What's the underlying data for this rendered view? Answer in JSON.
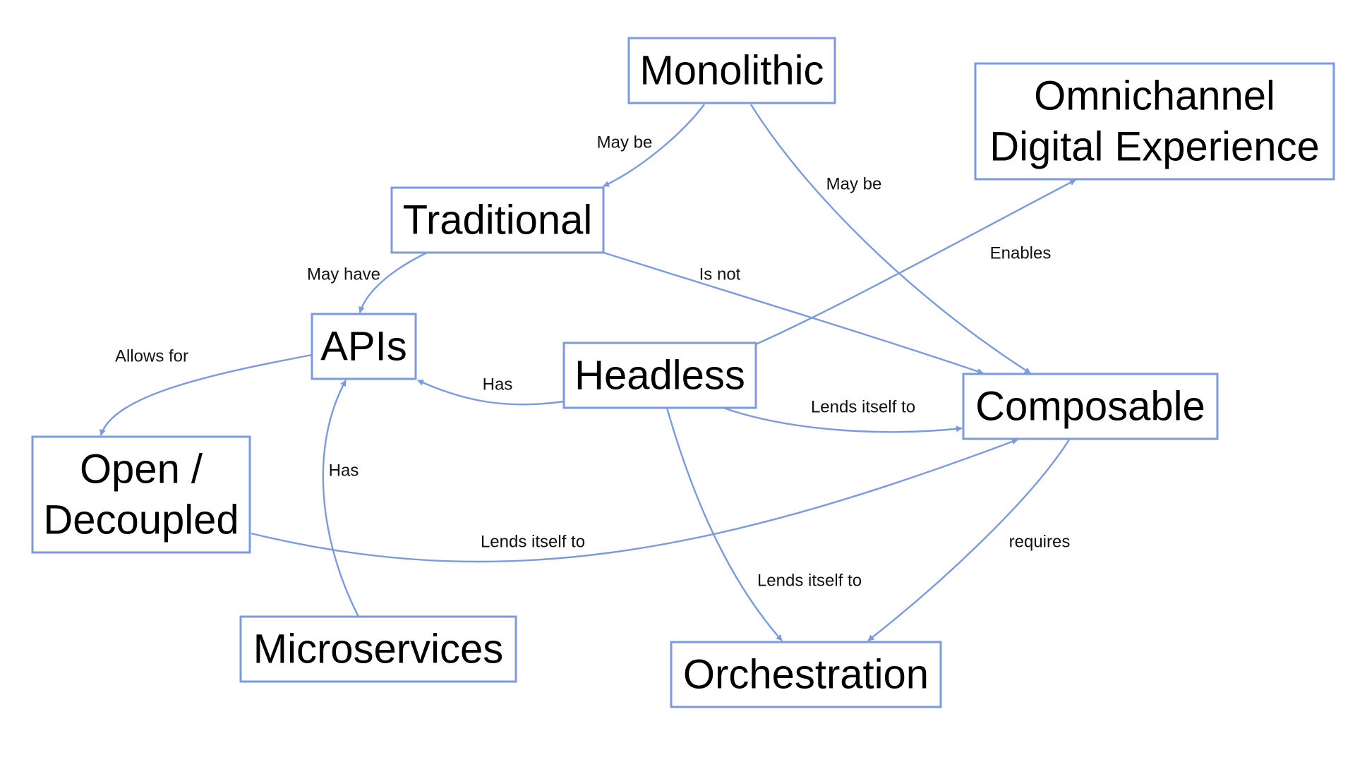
{
  "nodes": {
    "monolithic": {
      "lines": [
        "Monolithic"
      ]
    },
    "omnichannel": {
      "lines": [
        "Omnichannel",
        "Digital Experience"
      ]
    },
    "traditional": {
      "lines": [
        "Traditional"
      ]
    },
    "apis": {
      "lines": [
        "APIs"
      ]
    },
    "headless": {
      "lines": [
        "Headless"
      ]
    },
    "composable": {
      "lines": [
        "Composable"
      ]
    },
    "open_decoupled": {
      "lines": [
        "Open /",
        "Decoupled"
      ]
    },
    "microservices": {
      "lines": [
        "Microservices"
      ]
    },
    "orchestration": {
      "lines": [
        "Orchestration"
      ]
    }
  },
  "edges": [
    {
      "id": "monolithic-traditional",
      "from": "monolithic",
      "to": "traditional",
      "label": "May be"
    },
    {
      "id": "monolithic-composable",
      "from": "monolithic",
      "to": "composable",
      "label": "May be"
    },
    {
      "id": "headless-omnichannel",
      "from": "headless",
      "to": "omnichannel",
      "label": "Enables"
    },
    {
      "id": "traditional-apis",
      "from": "traditional",
      "to": "apis",
      "label": "May have"
    },
    {
      "id": "traditional-composable",
      "from": "traditional",
      "to": "composable",
      "label": "Is not"
    },
    {
      "id": "apis-open",
      "from": "apis",
      "to": "open_decoupled",
      "label": "Allows for"
    },
    {
      "id": "headless-apis",
      "from": "headless",
      "to": "apis",
      "label": "Has"
    },
    {
      "id": "headless-composable",
      "from": "headless",
      "to": "composable",
      "label": "Lends itself to"
    },
    {
      "id": "microservices-apis",
      "from": "microservices",
      "to": "apis",
      "label": "Has"
    },
    {
      "id": "open-composable",
      "from": "open_decoupled",
      "to": "composable",
      "label": "Lends itself to"
    },
    {
      "id": "headless-orchestration",
      "from": "headless",
      "to": "orchestration",
      "label": "Lends itself to"
    },
    {
      "id": "composable-orchestration",
      "from": "composable",
      "to": "orchestration",
      "label": "requires"
    }
  ],
  "colors": {
    "stroke": "#7b9ae0",
    "text": "#000000"
  }
}
